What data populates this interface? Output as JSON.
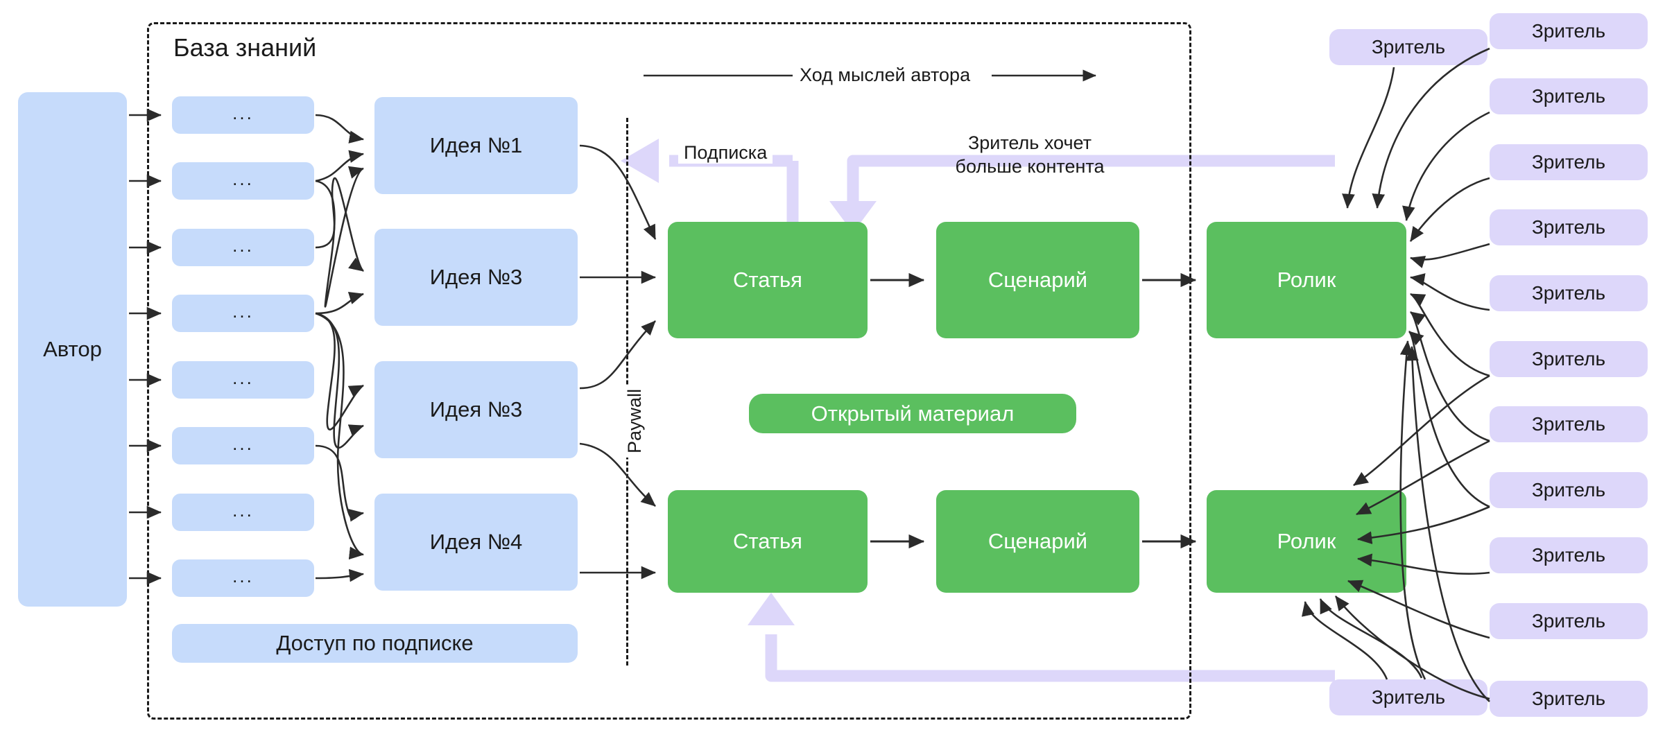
{
  "diagram": {
    "title_knowledge_base": "База знаний",
    "paywall_label": "Paywall",
    "flow_label": "Ход мыслей автора",
    "subscription_label": "Подписка",
    "viewer_wants_more_line1": "Зритель хочет",
    "viewer_wants_more_line2": "больше контента",
    "author_label": "Автор",
    "subscription_access_label": "Доступ по подписке",
    "open_material_label": "Открытый материал",
    "dots_label": "...",
    "viewer_label": "Зритель"
  },
  "colors": {
    "blue": "#c6dbfb",
    "green": "#5bbf5f",
    "purple": "#ddd7fa",
    "line": "#2b2b2b",
    "dash": "#1a1a1a"
  },
  "knowledge_items": [
    {
      "label": "..."
    },
    {
      "label": "..."
    },
    {
      "label": "..."
    },
    {
      "label": "..."
    },
    {
      "label": "..."
    },
    {
      "label": "..."
    },
    {
      "label": "..."
    },
    {
      "label": "..."
    }
  ],
  "ideas": [
    {
      "label": "Идея №1"
    },
    {
      "label": "Идея №3"
    },
    {
      "label": "Идея №3"
    },
    {
      "label": "Идея №4"
    }
  ],
  "pipelines": [
    {
      "article": "Статья",
      "script": "Сценарий",
      "video": "Ролик"
    },
    {
      "article": "Статья",
      "script": "Сценарий",
      "video": "Ролик"
    }
  ],
  "viewers_right": [
    {
      "label": "Зритель"
    },
    {
      "label": "Зритель"
    },
    {
      "label": "Зритель"
    },
    {
      "label": "Зритель"
    },
    {
      "label": "Зритель"
    },
    {
      "label": "Зритель"
    },
    {
      "label": "Зритель"
    },
    {
      "label": "Зритель"
    },
    {
      "label": "Зритель"
    },
    {
      "label": "Зритель"
    },
    {
      "label": "Зритель"
    }
  ],
  "viewers_left": [
    {
      "label": "Зритель"
    },
    {
      "label": "Зритель"
    }
  ]
}
